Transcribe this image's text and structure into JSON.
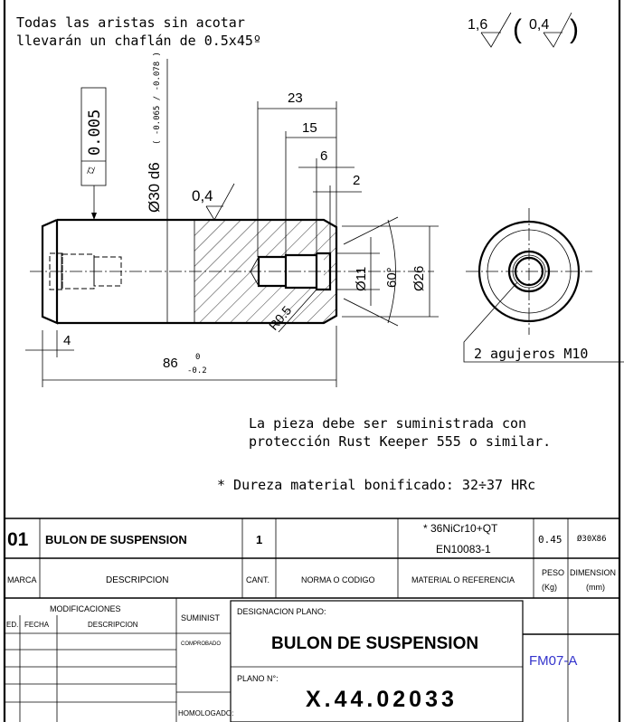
{
  "notes": {
    "chamfer_line1": "Todas las aristas sin acotar",
    "chamfer_line2": "llevarán un chaflán de 0.5x45º",
    "supply_line1": "La pieza debe ser suministrada con",
    "supply_line2": "protección  Rust Keeper 555 o similar.",
    "hardness": "* Dureza material bonificado: 32÷37 HRc"
  },
  "surface_finish": {
    "general": "1,6",
    "other": "0,4",
    "open": "(",
    "close": ")",
    "local": "0,4"
  },
  "dimensions": {
    "d23": "23",
    "d15": "15",
    "d6": "6",
    "d2": "2",
    "d4": "4",
    "length": "86",
    "length_tol_upper": "0",
    "length_tol_lower": "-0.2",
    "diameter": "Ø30 d6",
    "diameter_tol": "( -0.065 / -0.078 )",
    "diameter_tol_upper": "-0.065",
    "diameter_tol_lower": "-0.078",
    "d11": "Ø11",
    "d26": "Ø26",
    "angle": "60°",
    "radius": "R0.5",
    "cylindricity": "0.005",
    "holes": "2 agujeros M10"
  },
  "title_block": {
    "row": {
      "marca": "01",
      "descripcion": "BULON DE SUSPENSION",
      "cant": "1",
      "norma": "",
      "material1": "* 36NiCr10+QT",
      "material2": "EN10083-1",
      "peso": "0.45",
      "dimension": "Ø30X86"
    },
    "headers": {
      "marca": "MARCA",
      "descripcion": "DESCRIPCION",
      "cant": "CANT.",
      "norma": "NORMA O CODIGO",
      "material": "MATERIAL O REFERENCIA",
      "peso1": "PESO",
      "peso2": "(Kg)",
      "dimension1": "DIMENSION",
      "dimension2": "(mm)"
    },
    "modificaciones": "MODIFICACIONES",
    "mod_headers": {
      "ed": "ED.",
      "fecha": "FECHA",
      "descripcion": "DESCRIPCION"
    },
    "suministrado": "SUMINIST",
    "comprobado": "COMPROBADO",
    "homologado": "HOMOLOGADO:",
    "designacion_label": "DESIGNACION PLANO:",
    "designacion": "BULON DE SUSPENSION",
    "plano_label": "PLANO N°:",
    "plano": "X.44.02033",
    "format": "FM07-A"
  },
  "colors": {
    "format": "#3333cc"
  }
}
